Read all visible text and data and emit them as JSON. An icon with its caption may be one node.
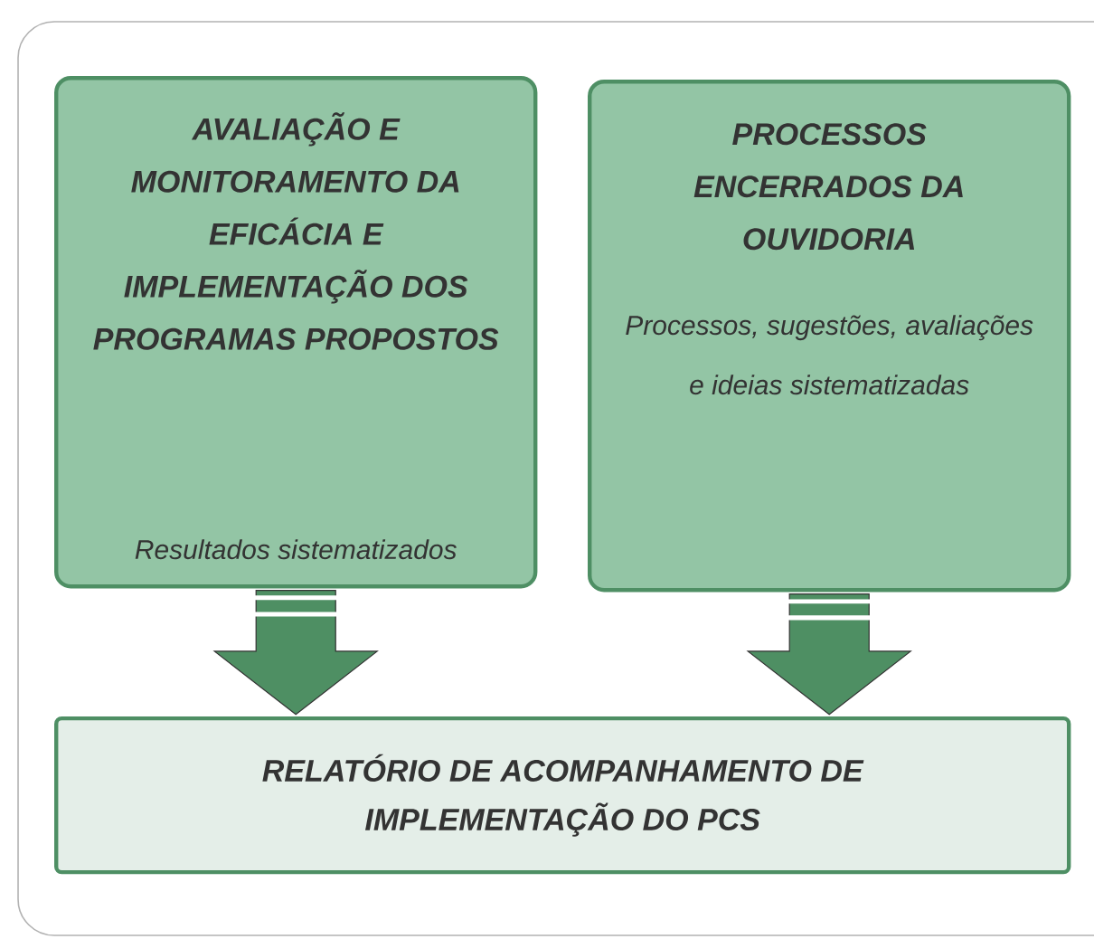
{
  "diagram": {
    "nodes": [
      {
        "text": [
          "AVALIAÇÃO E MONITORAMENTO DA EFICÁCIA E IMPLEMENTAÇÃO DOS PROGRAMAS PROPOSTOS",
          "Resultados sistematizados"
        ]
      },
      {
        "text": [
          "PROCESSOS ENCERRADOS DA OUVIDORIA",
          "Processos, sugestões, avaliações e ideias sistematizadas"
        ]
      },
      {
        "text": [
          "RELATÓRIO DE ACOMPANHAMENTO DE IMPLEMENTAÇÃO DO PCS"
        ]
      }
    ],
    "edges": [
      {
        "from": 0,
        "to": 2,
        "arrow": "to"
      },
      {
        "from": 1,
        "to": 2,
        "arrow": "to"
      }
    ]
  }
}
